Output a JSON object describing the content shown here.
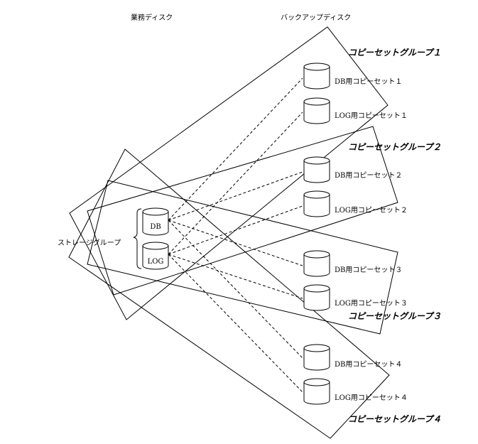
{
  "headers": {
    "business_disk": "業務ディスク",
    "backup_disk": "バックアップディスク"
  },
  "storage_group_label": "ストレージグループ",
  "source_disks": {
    "db": "DB",
    "log": "LOG"
  },
  "copy_set_groups": [
    {
      "label": "コピーセットグループ１",
      "db_prefix": "DB",
      "db_suffix": "用コピーセット１",
      "log_prefix": "LOG",
      "log_suffix": "用コピーセット１"
    },
    {
      "label": "コピーセットグループ２",
      "db_prefix": "DB",
      "db_suffix": "用コピーセット２",
      "log_prefix": "LOG",
      "log_suffix": "用コピーセット２"
    },
    {
      "label": "コピーセットグループ３",
      "db_prefix": "DB",
      "db_suffix": "用コピーセット３",
      "log_prefix": "LOG",
      "log_suffix": "用コピーセット３"
    },
    {
      "label": "コピーセットグループ４",
      "db_prefix": "DB",
      "db_suffix": "用コピーセット４",
      "log_prefix": "LOG",
      "log_suffix": "用コピーセット４"
    }
  ]
}
